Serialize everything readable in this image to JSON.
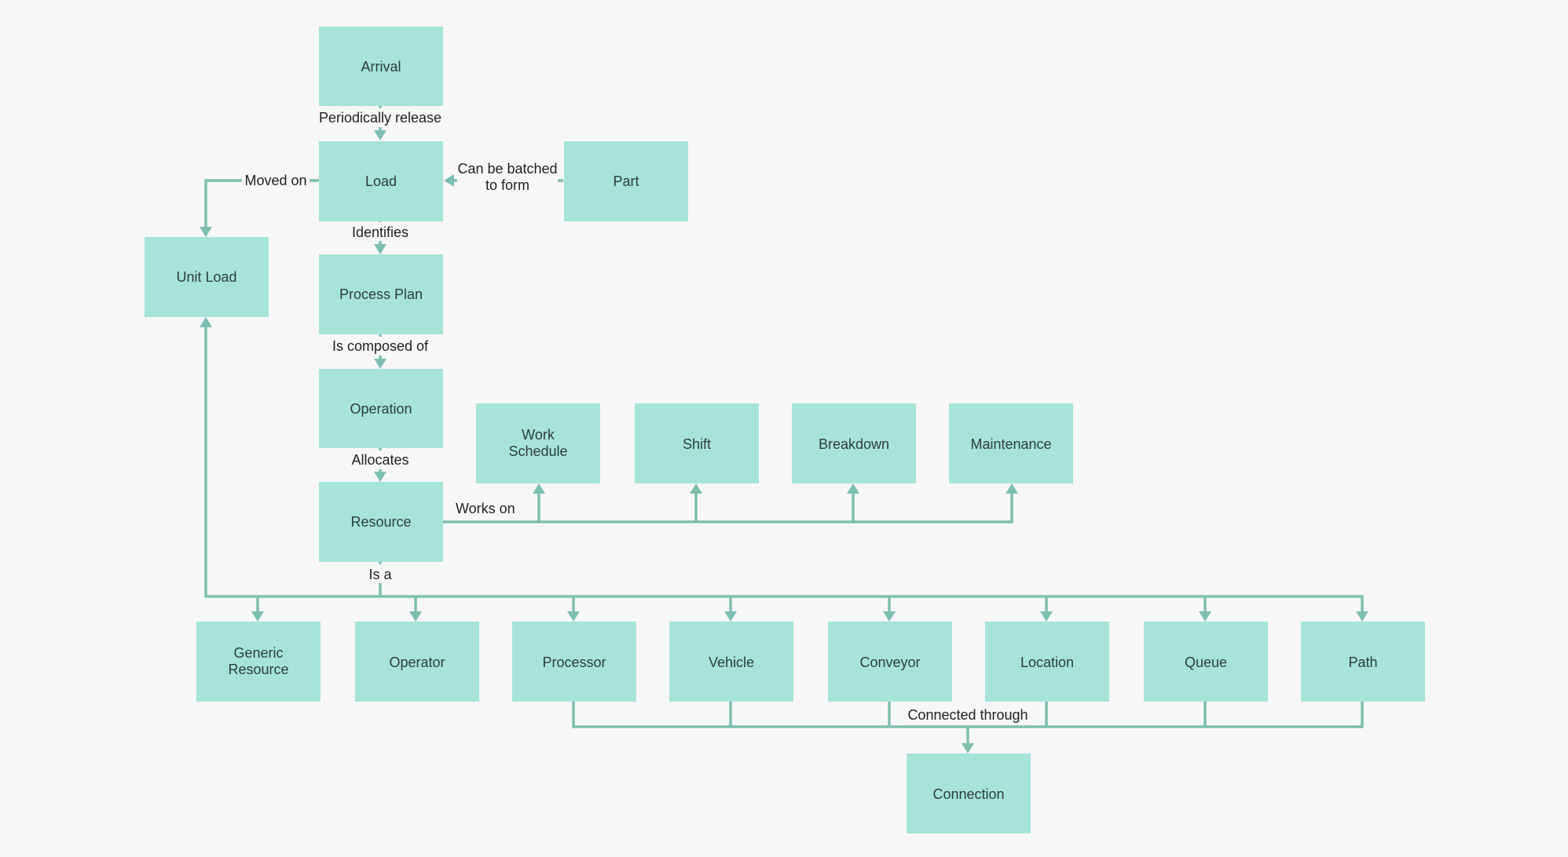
{
  "nodes": {
    "arrival": "Arrival",
    "load": "Load",
    "part": "Part",
    "unit_load": "Unit Load",
    "process_plan": "Process Plan",
    "operation": "Operation",
    "work_schedule": [
      "Work",
      "Schedule"
    ],
    "shift": "Shift",
    "breakdown": "Breakdown",
    "maintenance": "Maintenance",
    "resource": "Resource",
    "generic_resource": [
      "Generic",
      "Resource"
    ],
    "operator": "Operator",
    "processor": "Processor",
    "vehicle": "Vehicle",
    "conveyor": "Conveyor",
    "location": "Location",
    "queue": "Queue",
    "path": "Path",
    "connection": "Connection"
  },
  "edges": {
    "periodically_release": "Periodically release",
    "can_be_batched": [
      "Can be batched",
      "to form"
    ],
    "moved_on": "Moved on",
    "identifies": "Identifies",
    "is_composed_of": "Is composed of",
    "allocates": "Allocates",
    "works_on": "Works on",
    "is_a": "Is a",
    "connected_through": "Connected through"
  },
  "colors": {
    "node_fill": "#a6e4d8",
    "edge": "#7dbfae",
    "background": "#f7f7f7"
  }
}
